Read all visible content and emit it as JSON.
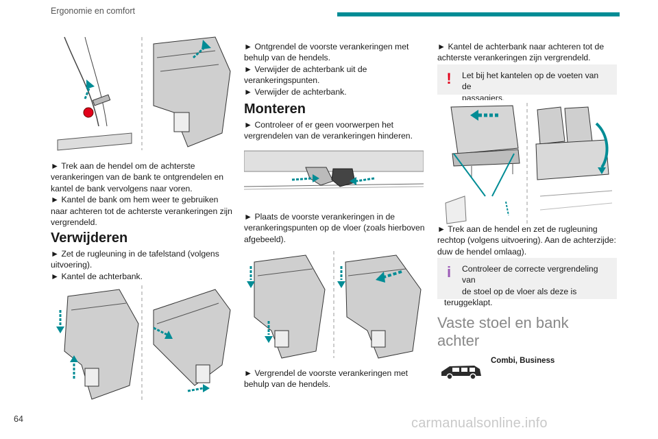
{
  "header": {
    "section_title": "Ergonomie en comfort"
  },
  "page": {
    "number": "64"
  },
  "watermark": "carmanualsonline.info",
  "column1": {
    "step_pull_tilt": [
      "► Trek aan de hendel om de achterste",
      "verankeringen van de bank te ontgrendelen en",
      "kantel de bank vervolgens naar voren.",
      "► Kantel de bank om hem weer te gebruiken",
      "naar achteren tot de achterste verankeringen zijn",
      "vergrendeld."
    ],
    "heading_remove": "Verwijderen",
    "step_remove": [
      "► Zet de rugleuning in de tafelstand (volgens",
      "uitvoering).",
      "► Kantel de achterbank."
    ]
  },
  "column2": {
    "step_unlock_front": [
      "► Ontgrendel de voorste verankeringen met",
      "behulp van de hendels.",
      "► Verwijder de achterbank uit de",
      "verankeringspunten.",
      "► Verwijder de achterbank."
    ],
    "heading_mount": "Monteren",
    "step_check": [
      "► Controleer of er geen voorwerpen het",
      "vergrendelen van de verankeringen hinderen."
    ],
    "step_place": [
      "► Plaats de voorste verankeringen in de",
      "verankeringspunten op de vloer (zoals hierboven",
      "afgebeeld)."
    ],
    "step_lock_front": [
      "► Vergrendel de voorste verankeringen met",
      "behulp van de hendels."
    ]
  },
  "column3": {
    "step_tilt_back": [
      "► Kantel de achterbank naar achteren tot de",
      "achterste verankeringen zijn vergrendeld."
    ],
    "warning_note": {
      "icon": "exclamation-icon",
      "lines": [
        "Let bij het kantelen op de voeten van de",
        "passagiers."
      ]
    },
    "step_backrest": [
      "► Trek aan de hendel en zet de rugleuning",
      "rechtop (volgens uitvoering). Aan de achterzijde:",
      "duw de hendel omlaag)."
    ],
    "info_note": {
      "icon": "info-icon",
      "lines": [
        "Controleer de correcte vergrendeling van",
        "de stoel op de vloer als deze is",
        "teruggeklapt."
      ]
    },
    "heading_fixed": [
      "Vaste stoel en bank",
      "achter"
    ],
    "versions_label": "Combi, Business"
  },
  "colors": {
    "accent": "#008c95",
    "warning": "#e2001a",
    "info": "#9b59b6",
    "text_muted": "#888888"
  }
}
